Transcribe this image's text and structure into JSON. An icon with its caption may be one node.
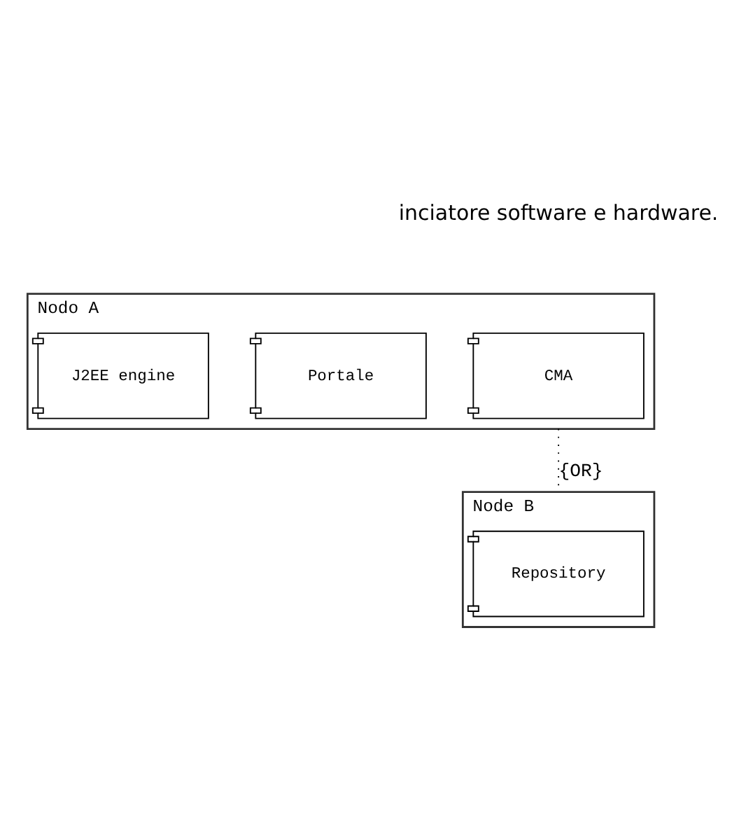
{
  "diagram": {
    "nodes": [
      {
        "text": [
          "Nodo A"
        ]
      },
      {
        "text": [
          "CMA"
        ],
        "in": 0
      },
      {
        "text": [
          "Portale"
        ],
        "in": 0
      },
      {
        "text": [
          "J2EE engine"
        ],
        "in": 0
      },
      {
        "text": [
          "Node B"
        ]
      },
      {
        "text": [
          "Repository"
        ],
        "in": 4
      }
    ],
    "edges": [
      {
        "from": 0,
        "to": 4,
        "arrow": "none",
        "label": "{OR}",
        "style": "dashed"
      }
    ],
    "labels": [
      "inciatore software e hardware."
    ]
  }
}
